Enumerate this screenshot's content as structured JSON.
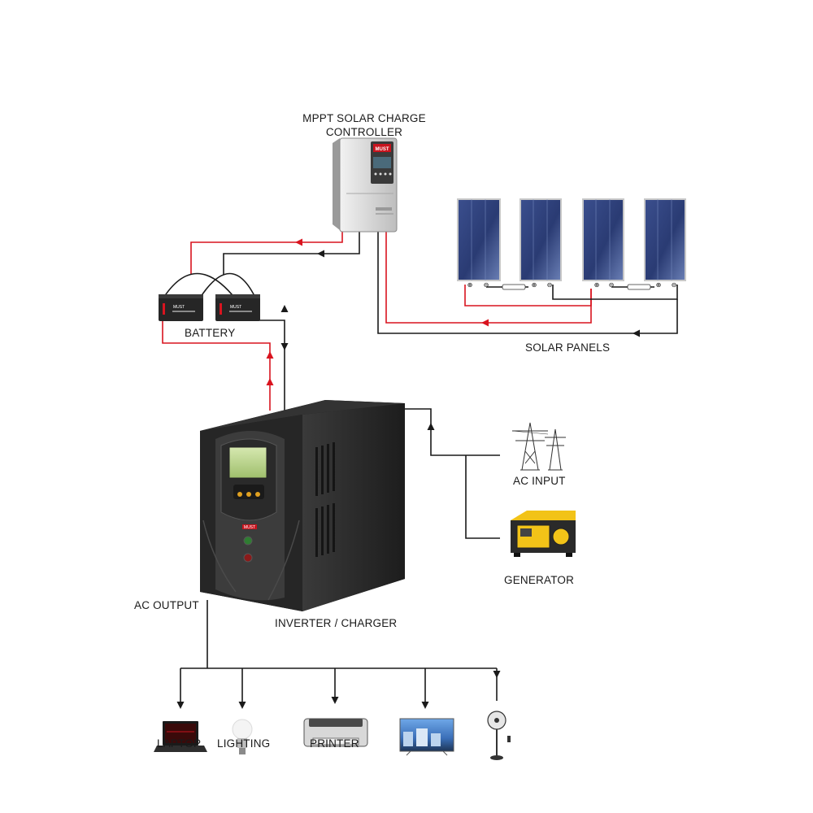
{
  "labels": {
    "controller_line1": "MPPT SOLAR CHARGE",
    "controller_line2": "CONTROLLER",
    "battery": "BATTERY",
    "solar_panels": "SOLAR PANELS",
    "ac_input": "AC INPUT",
    "generator": "GENERATOR",
    "ac_output": "AC OUTPUT",
    "inverter": "INVERTER / CHARGER",
    "load_laptop": "LAPTOP",
    "load_lighting": "LIGHTING",
    "load_printer": "PRINTER"
  },
  "logos": {
    "controller_brand": "MUST",
    "battery_brand": "MUST",
    "inverter_brand": "MUST"
  },
  "colors": {
    "positive_wire": "#d9141f",
    "negative_wire": "#1a1a1a",
    "inverter_body": "#2b2b2b",
    "panel_cell": "#2c3e78",
    "generator_yellow": "#f2c318"
  }
}
